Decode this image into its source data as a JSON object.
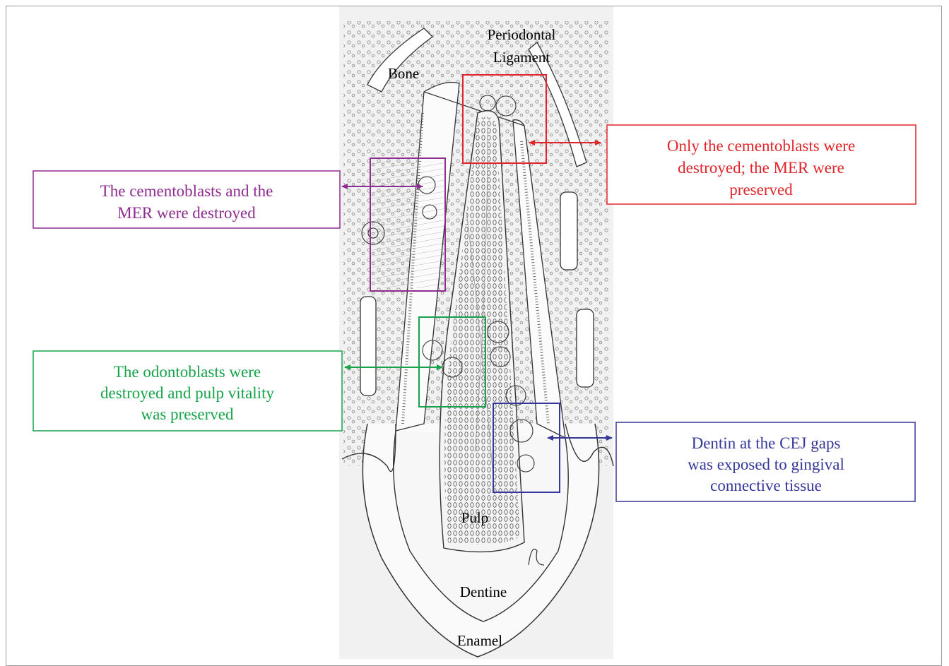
{
  "tissue_labels": {
    "periodontal": "Periodontal",
    "ligament": "Ligament",
    "bone": "Bone",
    "pulp": "Pulp",
    "dentine": "Dentine",
    "enamel": "Enamel"
  },
  "callouts": {
    "red": {
      "lines": [
        "Only the cementoblasts were",
        "destroyed; the MER were",
        "preserved"
      ],
      "color": "#e0262a"
    },
    "purple": {
      "lines": [
        "The cementoblasts and the",
        "MER were destroyed"
      ],
      "color": "#8e2c90"
    },
    "green": {
      "lines": [
        "The odontoblasts were",
        "destroyed and pulp vitality",
        "was preserved"
      ],
      "color": "#16a34a"
    },
    "blue": {
      "lines": [
        "Dentin at the CEJ gaps",
        "was exposed to gingival",
        "connective tissue"
      ],
      "color": "#36379a"
    }
  }
}
